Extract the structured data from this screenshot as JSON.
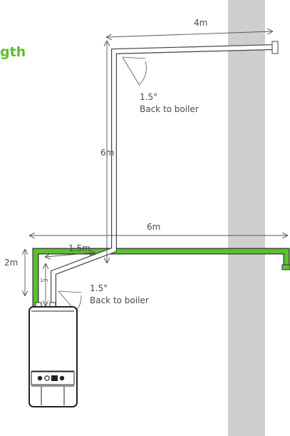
{
  "title_fragment": "gth",
  "colors": {
    "flue_green": "#5cc02f",
    "wall_grey": "#cfcfcf",
    "line_dark": "#444444",
    "text": "#4a4a4a"
  },
  "labels": {
    "top_horizontal": "4m",
    "vertical_long": "6m",
    "bend_top_angle": "1.5",
    "bend_top_degree": "°",
    "bend_top_note": "Back to boiler",
    "wide_horizontal": "6m",
    "green_vertical": "2m",
    "lower_horizontal": "1.5m",
    "lower_vertical": "1m",
    "bend_bottom_angle": "1.5",
    "bend_bottom_degree": "°",
    "bend_bottom_note": "Back to boiler"
  },
  "icons": {
    "boiler": "boiler-icon",
    "terminal_top": "flue-terminal-icon",
    "terminal_green": "flue-terminal-icon"
  }
}
